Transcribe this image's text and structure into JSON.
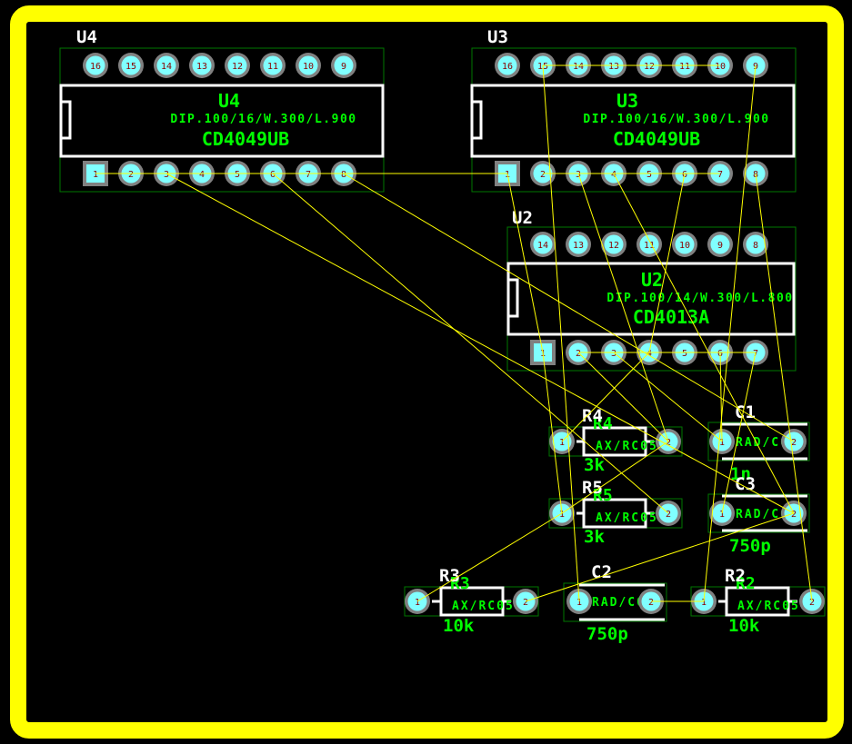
{
  "colors": {
    "background": "#000000",
    "board_outline": "#ffff00",
    "ratsnest": "#ffff00",
    "silkscreen": "#ffffff",
    "component_text": "#00ff00",
    "courtyard": "#007700",
    "pad_fill": "#80ffff",
    "pad_ring": "#808080",
    "pin_number": "#8b0000"
  },
  "components": [
    {
      "ref": "U4",
      "type": "dip",
      "pins": 16,
      "footprint": "DIP.100/16/W.300/L.900",
      "value": "CD4049UB"
    },
    {
      "ref": "U3",
      "type": "dip",
      "pins": 16,
      "footprint": "DIP.100/16/W.300/L.900",
      "value": "CD4049UB"
    },
    {
      "ref": "U2",
      "type": "dip",
      "pins": 14,
      "footprint": "DIP.100/14/W.300/L.800",
      "value": "CD4013A"
    },
    {
      "ref": "R4",
      "type": "axial",
      "footprint": "AX/RC05",
      "value": "3k"
    },
    {
      "ref": "R5",
      "type": "axial",
      "footprint": "AX/RC05",
      "value": "3k"
    },
    {
      "ref": "R3",
      "type": "axial",
      "footprint": "AX/RC05",
      "value": "10k"
    },
    {
      "ref": "R2",
      "type": "axial",
      "footprint": "AX/RC05",
      "value": "10k"
    },
    {
      "ref": "C1",
      "type": "radial",
      "footprint": "RAD/C0.5",
      "value": "1n"
    },
    {
      "ref": "C3",
      "type": "radial",
      "footprint": "RAD/C0.5",
      "value": "750p"
    },
    {
      "ref": "C2",
      "type": "radial",
      "footprint": "RAD/C0.5",
      "value": "750p"
    }
  ],
  "nets": [
    [
      "U4.1",
      "U4.8",
      "U3.1"
    ],
    [
      "U4.3",
      "C3.2"
    ],
    [
      "U4.6",
      "R5.2"
    ],
    [
      "U4.8",
      "C1.2"
    ],
    [
      "U3.1",
      "U2.1"
    ],
    [
      "U3.15",
      "U3.10"
    ],
    [
      "U3.15",
      "C2.1"
    ],
    [
      "U3.9",
      "R2.1"
    ],
    [
      "U3.2",
      "U3.7"
    ],
    [
      "U3.3",
      "R4.2"
    ],
    [
      "U3.4",
      "C3.2"
    ],
    [
      "U3.6",
      "U2.4"
    ],
    [
      "U3.8",
      "R2.2"
    ],
    [
      "U2.2",
      "U2.7"
    ],
    [
      "U2.2",
      "R4.2"
    ],
    [
      "U2.3",
      "C1.1"
    ],
    [
      "U2.4",
      "R4.1"
    ],
    [
      "U2.6",
      "C1.1"
    ],
    [
      "U2.7",
      "C3.1"
    ],
    [
      "U2.1",
      "R5.1"
    ],
    [
      "R5.1",
      "R3.1"
    ],
    [
      "R4.2",
      "R5.1"
    ],
    [
      "R3.2",
      "C3.2"
    ],
    [
      "C2.2",
      "R2.1"
    ]
  ]
}
